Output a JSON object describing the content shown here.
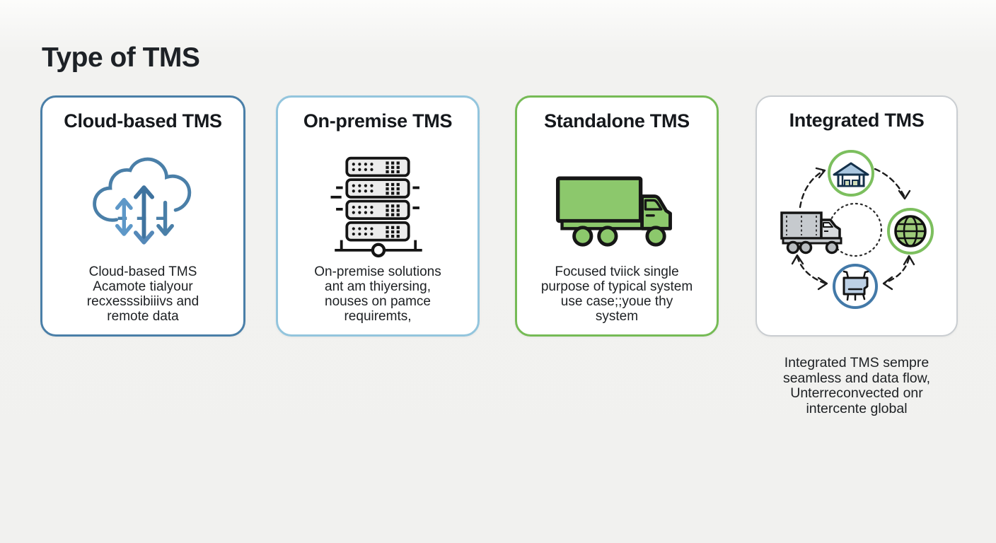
{
  "page": {
    "title": "Type of TMS"
  },
  "colors": {
    "background": "#f1f1ef",
    "title_text": "#1d2126",
    "card_background": "#ffffff",
    "card1_border": "#4a7fa8",
    "card2_border": "#93c5dd",
    "card3_border": "#76bb56",
    "card4_border": "#c9cdd1",
    "cloud_blue": "#4a7fa8",
    "truck_green": "#8cc86c",
    "globe_green": "#9ecb7a",
    "circle_green": "#7cbf5e",
    "circle_blue": "#4379a8"
  },
  "cards": [
    {
      "title": "Cloud-based TMS",
      "icon": "cloud-sync-icon",
      "description_lines": [
        "Cloud-based TMS",
        "Acamote tialyour",
        "recxesssibiiivs and",
        "remote data"
      ]
    },
    {
      "title": "On-premise TMS",
      "icon": "server-stack-icon",
      "description_lines": [
        "On-premise solutions",
        "ant am thiyersing,",
        "nouses on pamce",
        "requiremts,"
      ]
    },
    {
      "title": "Standalone TMS",
      "icon": "truck-icon",
      "description_lines": [
        "Focused tviick single",
        "purpose of typical system",
        "use case;;youe thy",
        "system"
      ]
    },
    {
      "title": "Integrated TMS",
      "icon": "integration-network-diagram",
      "description_lines": [
        "Integrated TMS sempre",
        "seamless and data flow,",
        "Unterreconvected onr",
        "intercente global"
      ]
    }
  ]
}
